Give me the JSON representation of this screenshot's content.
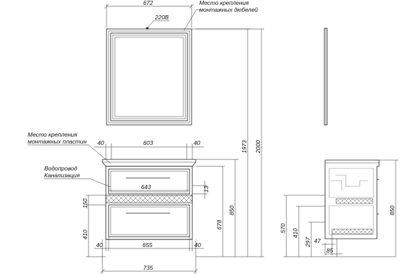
{
  "labels": {
    "mirror_mounts": [
      "Место крепления",
      "монтажных дюбелей"
    ],
    "plate_mounts": [
      "Место крепления",
      "монтажных пластин"
    ],
    "pipes": [
      "Водопровод",
      "Канализация"
    ],
    "power": "220В"
  },
  "dims": {
    "mirror_width": "672",
    "mirror_top_height": "1973",
    "total_height": "2000",
    "cabinet_inner_width": "603",
    "cabinet_side_left": "40",
    "cabinet_side_right": "40",
    "drawer_width": "643",
    "drawer_gap": "13",
    "drawer_front_height": "150",
    "cabinet_height": "850",
    "counter_height": "678",
    "base_height": "410",
    "lower_width": "655",
    "lower_side_left": "40",
    "lower_side_right": "40",
    "overall_width": "735",
    "side_cabinet_height": "850",
    "side_570": "570",
    "side_410": "410",
    "side_297": "297",
    "side_47": "47",
    "side_85": "85"
  }
}
